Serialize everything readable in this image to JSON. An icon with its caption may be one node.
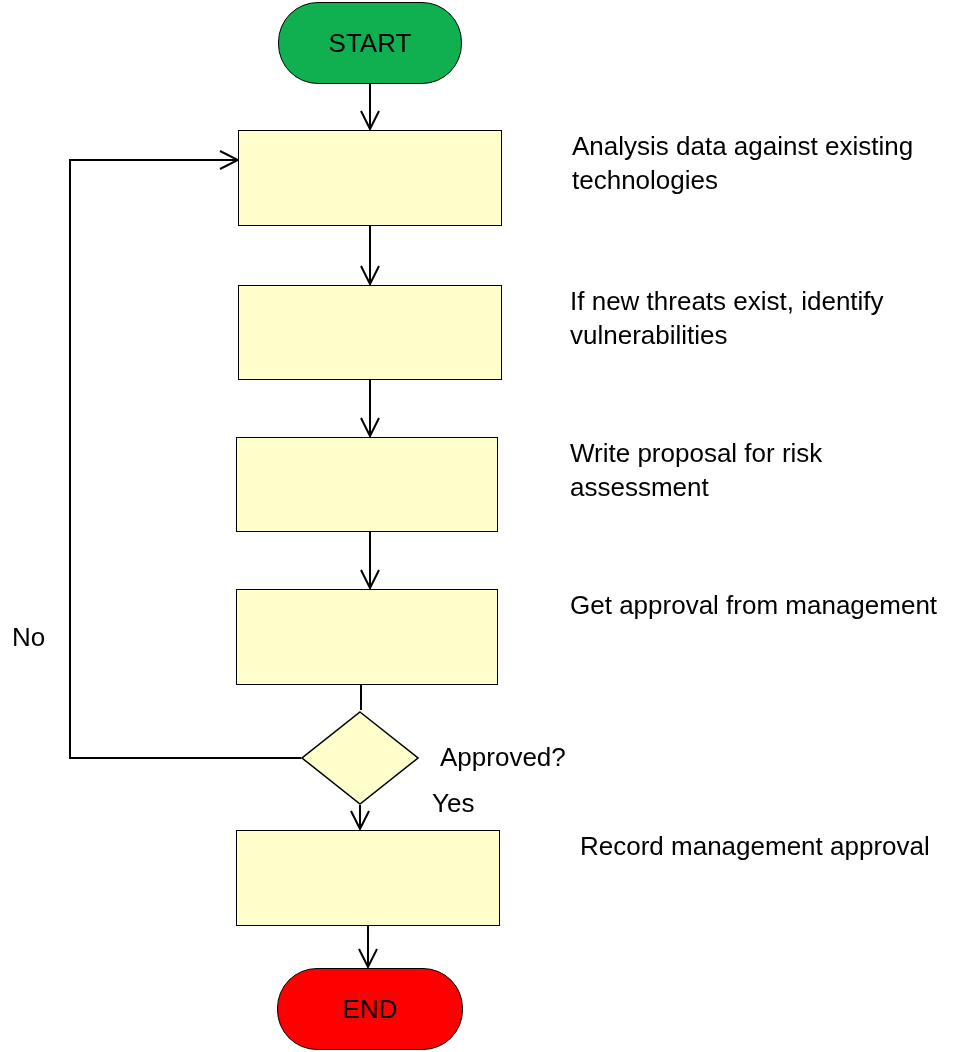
{
  "diagram": {
    "nodes": [
      {
        "text": [
          "START"
        ]
      },
      {
        "text": [],
        "shape": "box",
        "beside": [
          "Analysis data against existing technologies"
        ]
      },
      {
        "text": [],
        "shape": "box",
        "beside": [
          "If new threats exist, identify vulnerabilities"
        ]
      },
      {
        "text": [],
        "shape": "box",
        "beside": [
          "Write proposal for risk assessment"
        ]
      },
      {
        "text": [],
        "shape": "box",
        "beside": [
          "Get approval from management"
        ]
      },
      {
        "text": [],
        "shape": "diamond",
        "beside": [
          "Approved?"
        ]
      },
      {
        "text": [],
        "shape": "box",
        "beside": [
          "Record management approval"
        ]
      },
      {
        "text": [
          "END"
        ]
      }
    ],
    "edges": [
      {
        "from": 0,
        "to": 1,
        "arrow": "to"
      },
      {
        "from": 1,
        "to": 2,
        "arrow": "to"
      },
      {
        "from": 2,
        "to": 3,
        "arrow": "to"
      },
      {
        "from": 3,
        "to": 4,
        "arrow": "to"
      },
      {
        "from": 4,
        "to": 5,
        "arrow": "none"
      },
      {
        "from": 5,
        "to": 6,
        "arrow": "to",
        "label": "Yes"
      },
      {
        "from": 5,
        "to": 1,
        "arrow": "to",
        "label": "No"
      },
      {
        "from": 6,
        "to": 7,
        "arrow": "to"
      }
    ]
  }
}
